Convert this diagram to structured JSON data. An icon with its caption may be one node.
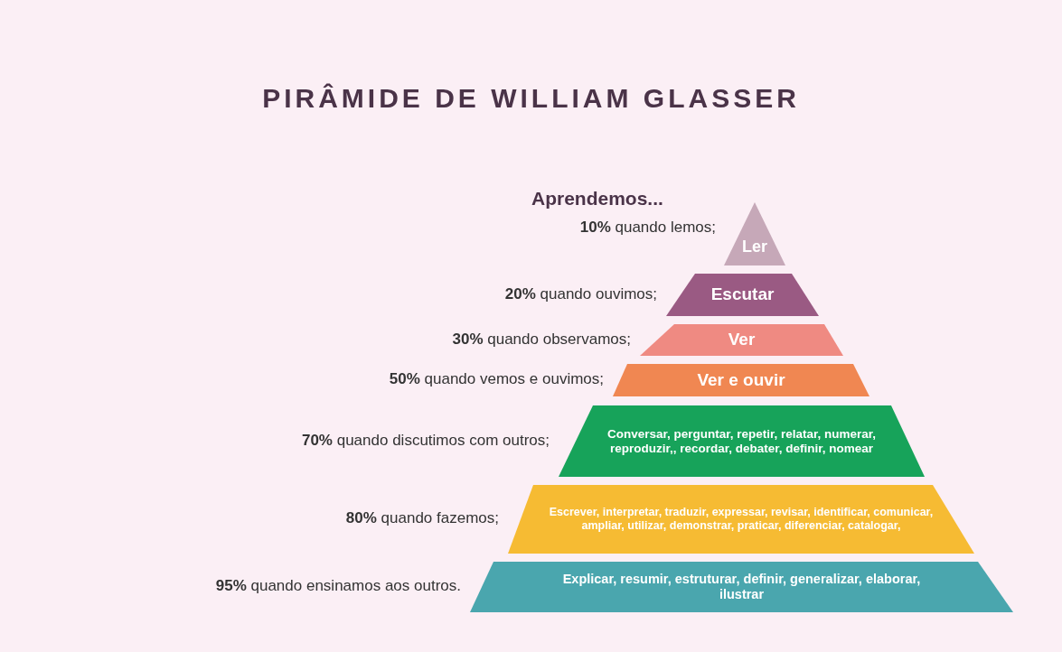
{
  "diagram": {
    "title": "PIRÂMIDE DE WILLIAM GLASSER",
    "nodes": [
      {
        "text": [
          "Ler"
        ],
        "beside": [
          "**10%** quando lemos;"
        ]
      },
      {
        "text": [
          "Escutar"
        ],
        "beside": [
          "**20%** quando ouvimos;"
        ]
      },
      {
        "text": [
          "Ver"
        ],
        "beside": [
          "**30%** quando observamos;"
        ]
      },
      {
        "text": [
          "Ver e ouvir"
        ],
        "beside": [
          "**50%** quando vemos e ouvimos;"
        ]
      },
      {
        "text": [
          "Conversar, perguntar, repetir, relatar, numerar, reproduzir,, recordar, debater, definir, nomear"
        ],
        "beside": [
          "**70%** quando discutimos com outros;"
        ]
      },
      {
        "text": [
          "Escrever, interpretar, traduzir, expressar, revisar, identificar, comunicar, ampliar, utilizar, demonstrar, praticar, diferenciar, catalogar,"
        ],
        "beside": [
          "**80%** quando fazemos;"
        ]
      },
      {
        "text": [
          "Explicar, resumir, estruturar, definir, generalizar, elaborar, ilustrar"
        ],
        "beside": [
          "**95%** quando ensinamos aos outros."
        ]
      }
    ],
    "labels": [
      "Aprendemos..."
    ]
  }
}
